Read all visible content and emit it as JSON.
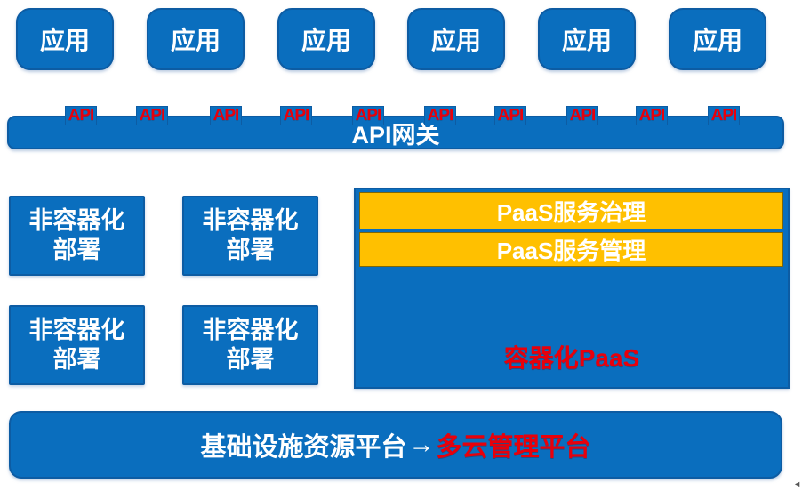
{
  "colors": {
    "box_blue": "#0a6ebe",
    "box_border_blue": "#0d5ca3",
    "bar_orange": "#ffc000",
    "accent_red": "#e8000b",
    "text_white": "#ffffff"
  },
  "top_apps": [
    {
      "label": "应用"
    },
    {
      "label": "应用"
    },
    {
      "label": "应用"
    },
    {
      "label": "应用"
    },
    {
      "label": "应用"
    },
    {
      "label": "应用"
    }
  ],
  "gateway": {
    "label": "API网关",
    "api_tabs": [
      {
        "label": "API"
      },
      {
        "label": "API"
      },
      {
        "label": "API"
      },
      {
        "label": "API"
      },
      {
        "label": "API"
      },
      {
        "label": "API"
      },
      {
        "label": "API"
      },
      {
        "label": "API"
      },
      {
        "label": "API"
      },
      {
        "label": "API"
      }
    ]
  },
  "deploy_boxes": [
    {
      "line1": "非容器化",
      "line2": "部署"
    },
    {
      "line1": "非容器化",
      "line2": "部署"
    },
    {
      "line1": "非容器化",
      "line2": "部署"
    },
    {
      "line1": "非容器化",
      "line2": "部署"
    }
  ],
  "paas": {
    "bars": [
      {
        "label": "PaaS服务治理"
      },
      {
        "label": "PaaS服务管理"
      }
    ],
    "container_label": "容器化PaaS"
  },
  "bottom_bar": {
    "left_text": "基础设施资源平台",
    "arrow": "→",
    "right_text": "多云管理平台"
  },
  "corner_mark": "◄"
}
